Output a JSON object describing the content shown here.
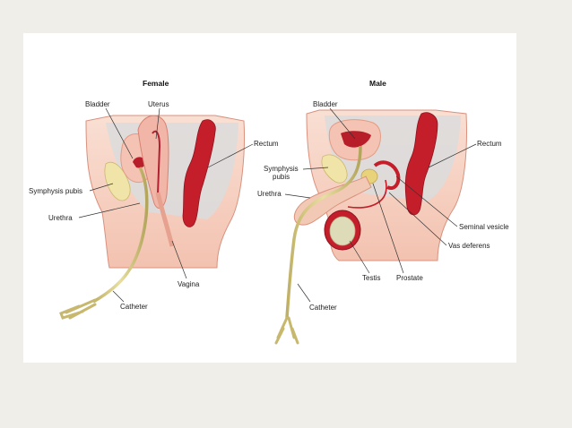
{
  "female": {
    "title": "Female",
    "labels": {
      "bladder": "Bladder",
      "uterus": "Uterus",
      "rectum": "Rectum",
      "symphysis_pubis": "Symphysis pubis",
      "urethra": "Urethra",
      "vagina": "Vagina",
      "catheter": "Catheter"
    }
  },
  "male": {
    "title": "Male",
    "labels": {
      "bladder": "Bladder",
      "rectum": "Rectum",
      "symphysis_pubis_line1": "Symphysis",
      "symphysis_pubis_line2": "pubis",
      "urethra": "Urethra",
      "seminal_vesicle": "Seminal vesicle",
      "vas_deferens": "Vas deferens",
      "testis": "Testis",
      "prostate": "Prostate",
      "catheter": "Catheter"
    }
  },
  "colors": {
    "slide_background": "#efeee9",
    "panel_background": "#ffffff",
    "tissue": "#f7d2c4",
    "tissue_dark": "#e9a996",
    "pelvic_cavity": "#dcdcdc",
    "organ_red": "#c41e2a",
    "bone": "#f1e4a8",
    "catheter": "#cfc27a"
  }
}
